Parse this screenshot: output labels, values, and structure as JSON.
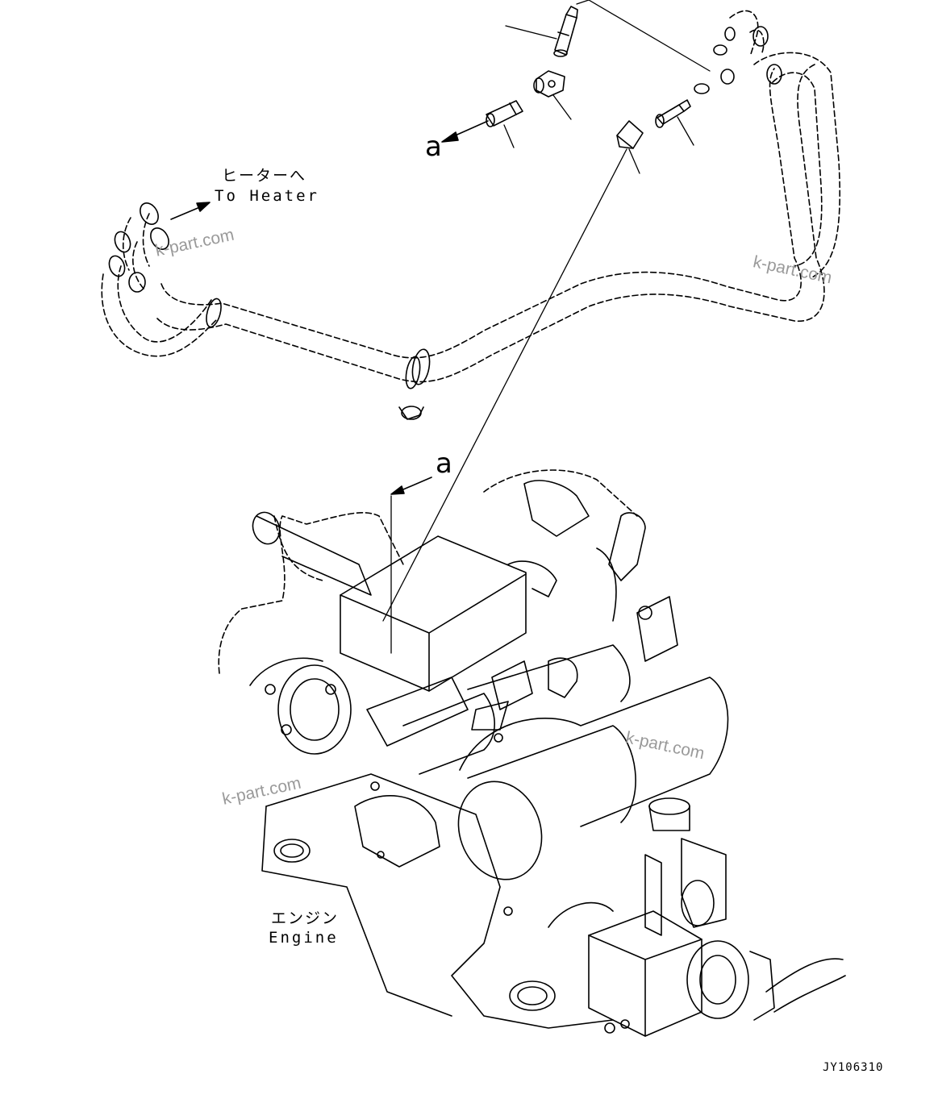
{
  "labels": {
    "heater_jp": "ヒーターへ",
    "heater_en": "To Heater",
    "engine_jp": "エンジン",
    "engine_en": "Engine",
    "callout_top": "a",
    "callout_engine": "a",
    "drawing_code": "JY106310"
  },
  "watermarks": [
    "k-part.com",
    "k-part.com",
    "k-part.com",
    "k-part.com"
  ],
  "colors": {
    "line": "#000000",
    "watermark": "#9a9a9a",
    "background": "#ffffff"
  }
}
